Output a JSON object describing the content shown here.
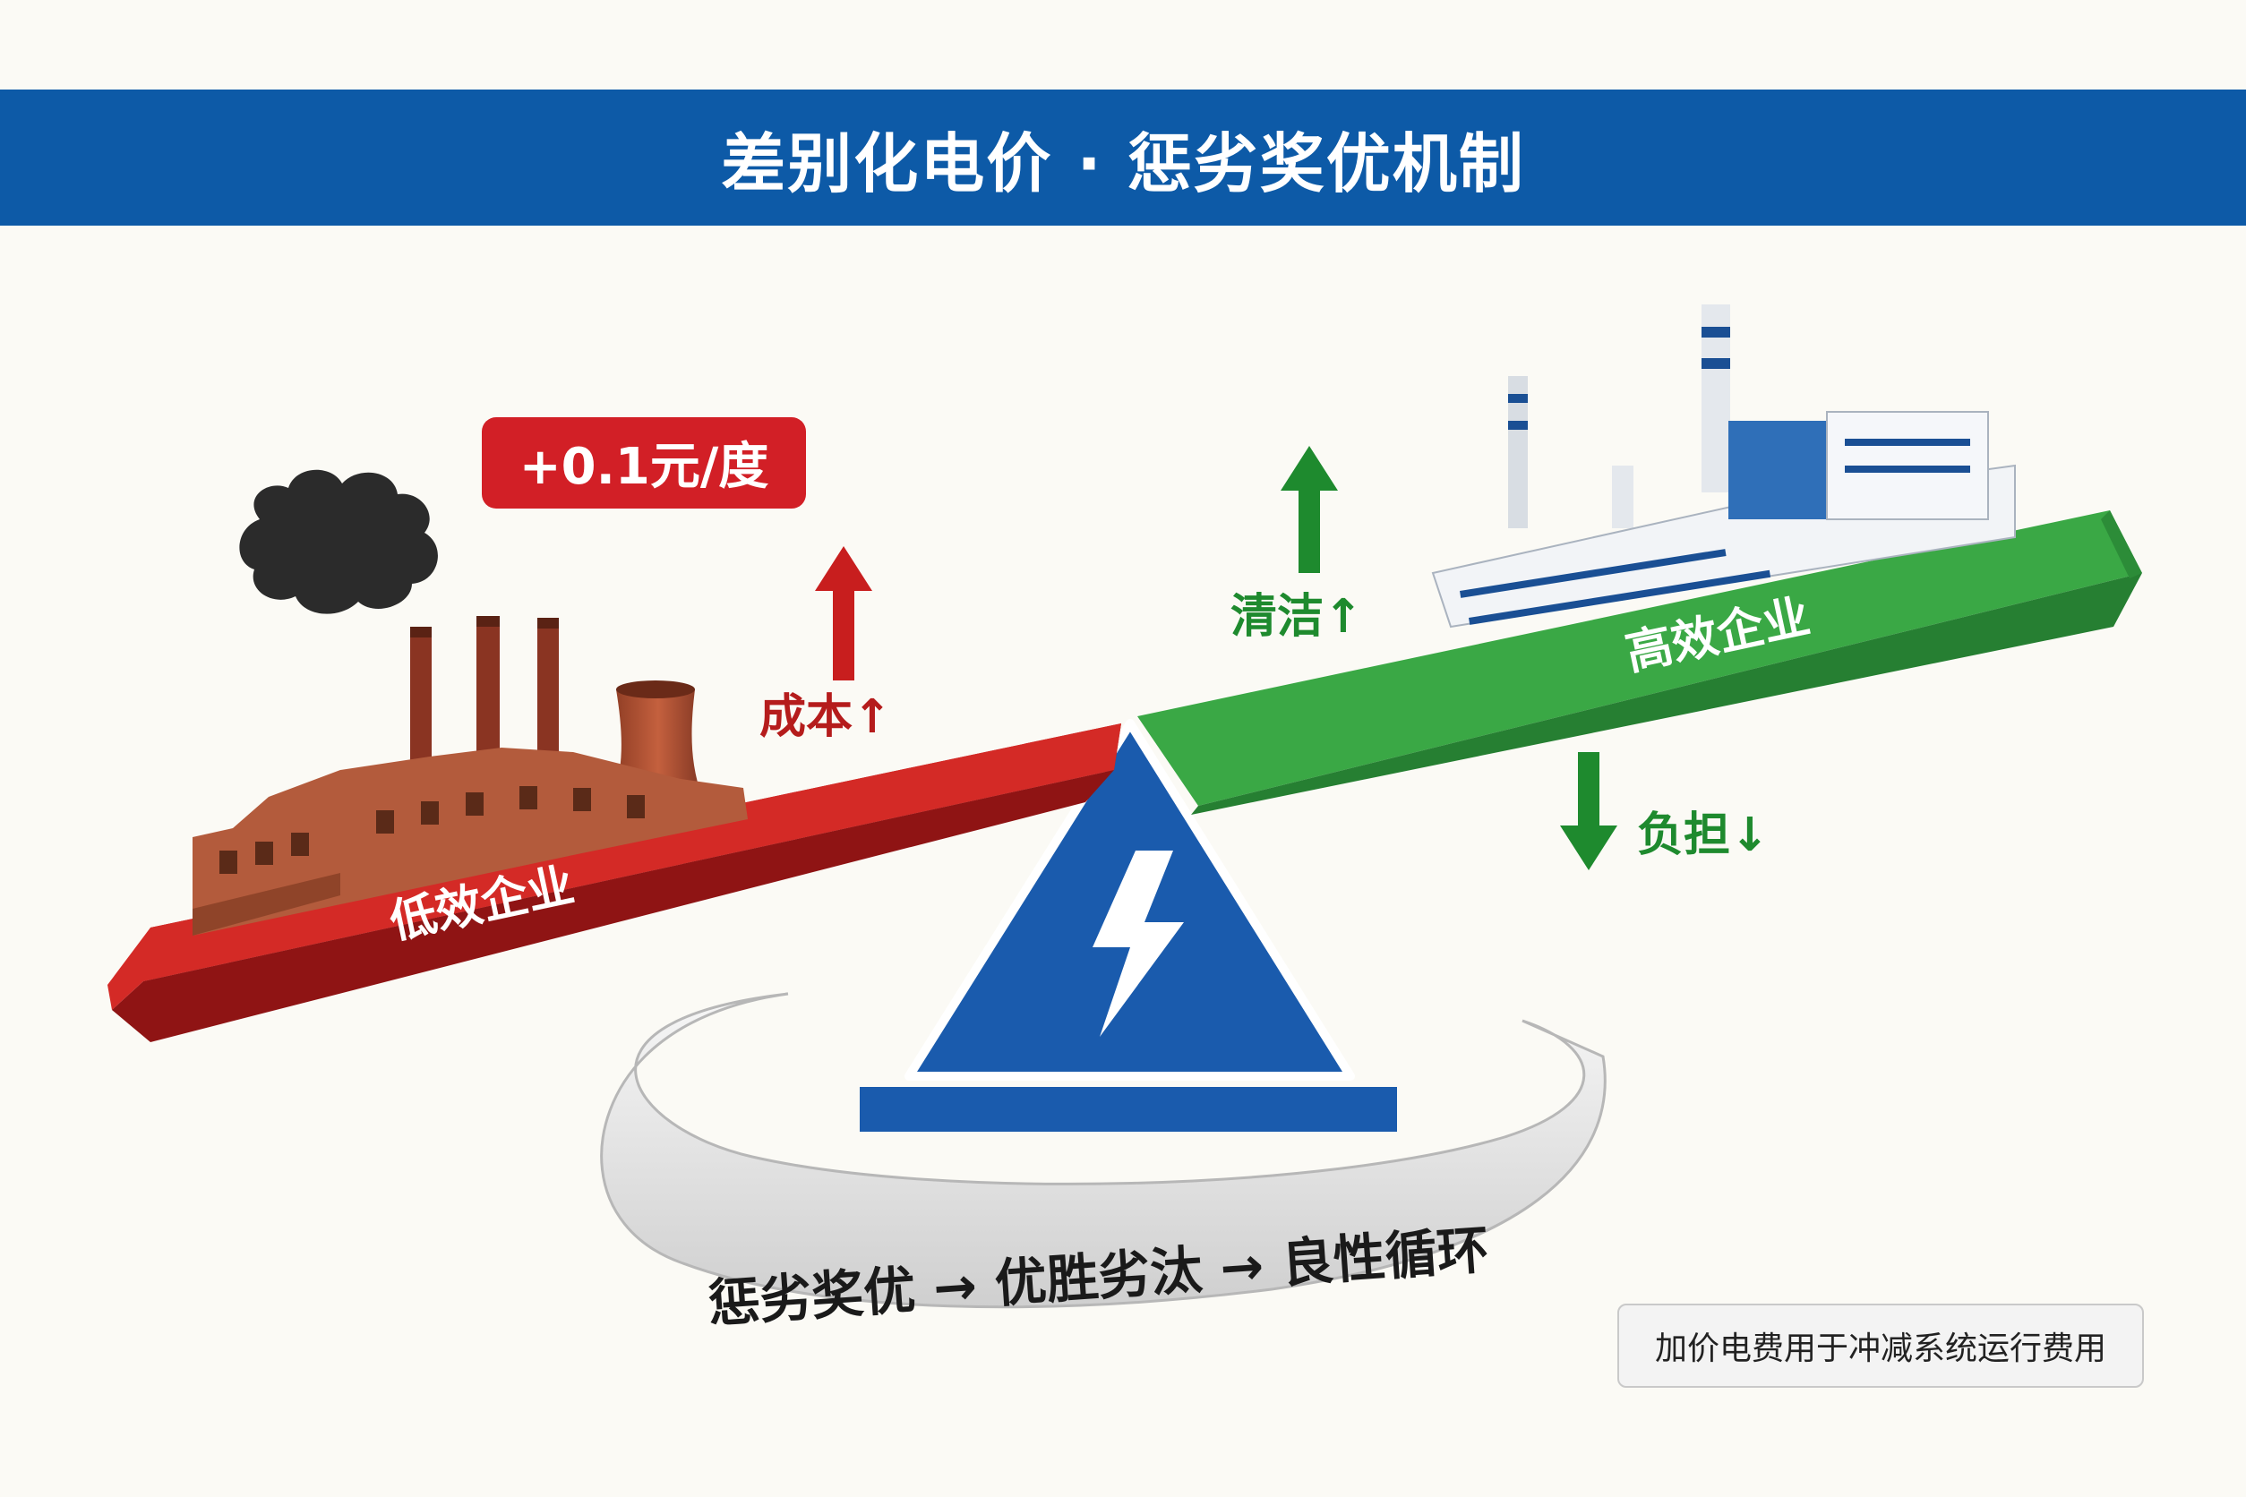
{
  "header": {
    "title": "差别化电价 · 惩劣奖优机制"
  },
  "low_side": {
    "label": "低效企业",
    "price_badge": "+0.1元/度",
    "cost_label": "成本↑"
  },
  "high_side": {
    "label": "高效企业",
    "clean_label": "清洁↑",
    "burden_label": "负担↓"
  },
  "cycle_text": "惩劣奖优 → 优胜劣汰 → 良性循环",
  "note": "加价电费用于冲减系统运行费用",
  "colors": {
    "header_blue": "#0d5aa7",
    "low_red": "#d42a26",
    "high_green": "#3aa845",
    "fulcrum_blue": "#1a5bad",
    "arrow_red": "#c81e1e",
    "arrow_green": "#1e8a2e"
  },
  "icons": {
    "fulcrum": "lightning-bolt-icon",
    "low_factory": "polluting-factory-icon",
    "high_factory": "clean-power-plant-icon",
    "smoke": "smoke-cloud-icon"
  }
}
